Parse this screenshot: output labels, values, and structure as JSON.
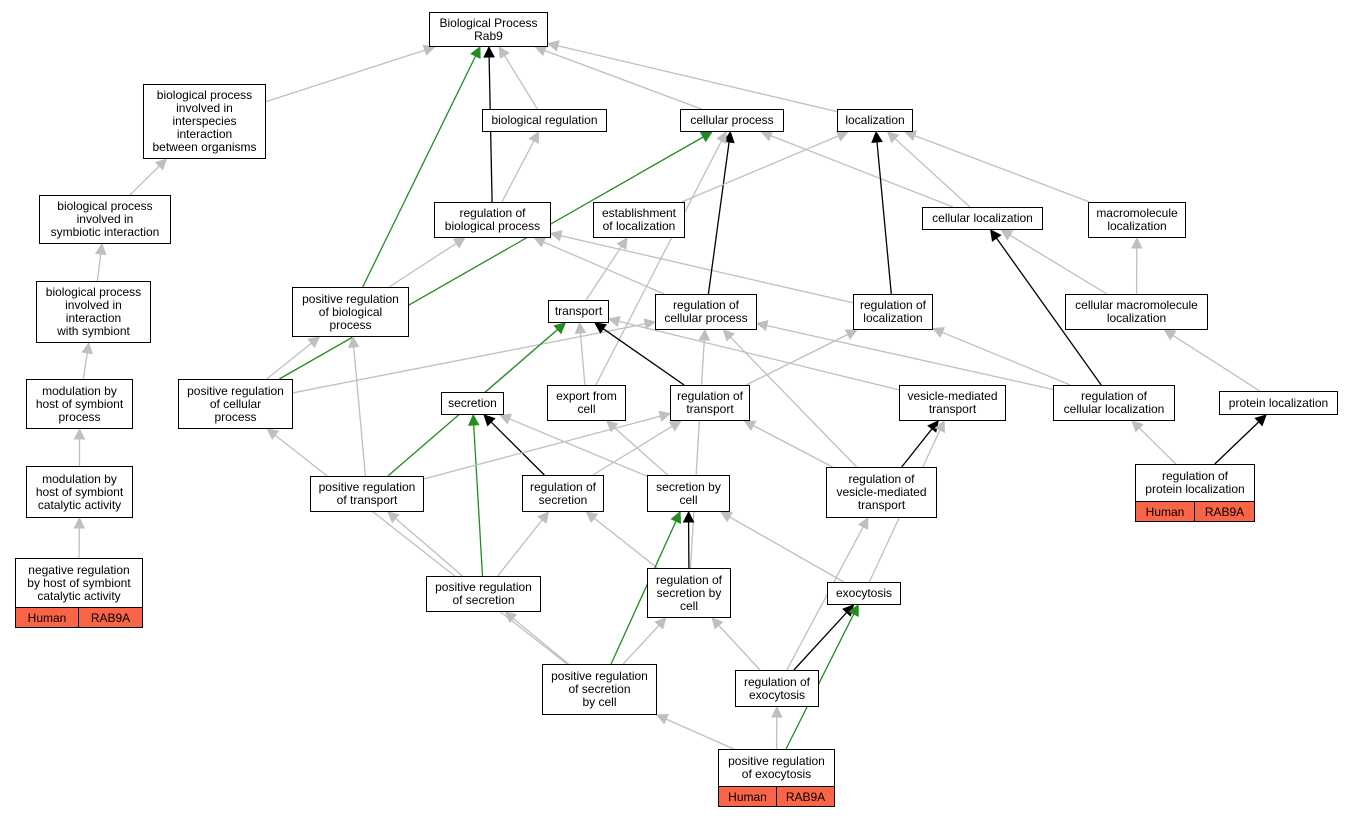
{
  "colors": {
    "regular_edge": "#bfbfbf",
    "is_a_edge": "#000000",
    "positive_edge": "#228b22",
    "annotation_fill": "#fa6447",
    "node_border": "#000000"
  },
  "nodes": {
    "root": "Biological Process\nRab9",
    "bp_interspecies": "biological process\ninvolved in\ninterspecies\ninteraction\nbetween organisms",
    "bio_reg": "biological regulation",
    "cell_proc": "cellular process",
    "localization": "localization",
    "bp_symbiotic": "biological process\ninvolved in\nsymbiotic interaction",
    "reg_bio": "regulation of\nbiological process",
    "estab_loc": "establishment\nof localization",
    "cell_loc": "cellular localization",
    "macro_loc": "macromolecule\nlocalization",
    "bp_symbiont": "biological process\ninvolved in\ninteraction\nwith symbiont",
    "pos_reg_bio": "positive regulation\nof biological\nprocess",
    "transport": "transport",
    "reg_cell_proc": "regulation of\ncellular process",
    "reg_loc": "regulation of\nlocalization",
    "cell_macro_loc": "cellular macromolecule\nlocalization",
    "mod_host": "modulation by\nhost of symbiont\nprocess",
    "pos_reg_cell": "positive regulation\nof cellular\nprocess",
    "secretion": "secretion",
    "export_cell": "export from\ncell",
    "reg_transport": "regulation of\ntransport",
    "vesicle_transport": "vesicle-mediated\ntransport",
    "reg_cell_loc": "regulation of\ncellular localization",
    "protein_loc": "protein localization",
    "mod_host_cat": "modulation by\nhost of symbiont\ncatalytic activity",
    "pos_reg_transport": "positive regulation\nof transport",
    "reg_secretion": "regulation of\nsecretion",
    "secretion_cell": "secretion by\ncell",
    "reg_vesicle": "regulation of\nvesicle-mediated\ntransport",
    "reg_protein_loc": "regulation of\nprotein localization",
    "neg_reg_host": "negative regulation\nby host of symbiont\ncatalytic activity",
    "pos_reg_secretion": "positive regulation\nof secretion",
    "reg_sec_cell": "regulation of\nsecretion by\ncell",
    "exocytosis": "exocytosis",
    "pos_reg_sec_cell": "positive regulation\nof secretion\nby cell",
    "reg_exocytosis": "regulation of\nexocytosis",
    "pos_reg_exo": "positive regulation\nof exocytosis"
  },
  "annotations": {
    "neg_reg_host": {
      "organism": "Human",
      "gene": "RAB9A"
    },
    "reg_protein_loc": {
      "organism": "Human",
      "gene": "RAB9A"
    },
    "pos_reg_exo": {
      "organism": "Human",
      "gene": "RAB9A"
    }
  },
  "edges": [
    {
      "from": "bp_interspecies",
      "to": "root",
      "kind": "regular"
    },
    {
      "from": "bio_reg",
      "to": "root",
      "kind": "regular"
    },
    {
      "from": "cell_proc",
      "to": "root",
      "kind": "regular"
    },
    {
      "from": "localization",
      "to": "root",
      "kind": "regular"
    },
    {
      "from": "reg_bio",
      "to": "root",
      "kind": "is_a"
    },
    {
      "from": "pos_reg_bio",
      "to": "root",
      "kind": "positive"
    },
    {
      "from": "bp_symbiotic",
      "to": "bp_interspecies",
      "kind": "regular"
    },
    {
      "from": "bp_symbiont",
      "to": "bp_symbiotic",
      "kind": "regular"
    },
    {
      "from": "mod_host",
      "to": "bp_symbiont",
      "kind": "regular"
    },
    {
      "from": "mod_host_cat",
      "to": "mod_host",
      "kind": "regular"
    },
    {
      "from": "neg_reg_host",
      "to": "mod_host_cat",
      "kind": "regular"
    },
    {
      "from": "reg_bio",
      "to": "bio_reg",
      "kind": "regular"
    },
    {
      "from": "pos_reg_bio",
      "to": "reg_bio",
      "kind": "regular"
    },
    {
      "from": "reg_cell_proc",
      "to": "reg_bio",
      "kind": "regular"
    },
    {
      "from": "reg_loc",
      "to": "reg_bio",
      "kind": "regular"
    },
    {
      "from": "reg_cell_proc",
      "to": "cell_proc",
      "kind": "is_a"
    },
    {
      "from": "pos_reg_cell",
      "to": "cell_proc",
      "kind": "positive"
    },
    {
      "from": "cell_loc",
      "to": "cell_proc",
      "kind": "regular"
    },
    {
      "from": "export_cell",
      "to": "cell_proc",
      "kind": "regular"
    },
    {
      "from": "estab_loc",
      "to": "localization",
      "kind": "regular"
    },
    {
      "from": "cell_loc",
      "to": "localization",
      "kind": "regular"
    },
    {
      "from": "macro_loc",
      "to": "localization",
      "kind": "regular"
    },
    {
      "from": "reg_loc",
      "to": "localization",
      "kind": "is_a"
    },
    {
      "from": "transport",
      "to": "estab_loc",
      "kind": "regular"
    },
    {
      "from": "cell_macro_loc",
      "to": "cell_loc",
      "kind": "regular"
    },
    {
      "from": "cell_macro_loc",
      "to": "macro_loc",
      "kind": "regular"
    },
    {
      "from": "reg_cell_loc",
      "to": "cell_loc",
      "kind": "is_a"
    },
    {
      "from": "protein_loc",
      "to": "cell_macro_loc",
      "kind": "regular"
    },
    {
      "from": "pos_reg_cell",
      "to": "pos_reg_bio",
      "kind": "regular"
    },
    {
      "from": "pos_reg_transport",
      "to": "pos_reg_bio",
      "kind": "regular"
    },
    {
      "from": "pos_reg_cell",
      "to": "reg_cell_proc",
      "kind": "regular"
    },
    {
      "from": "reg_cell_loc",
      "to": "reg_cell_proc",
      "kind": "regular"
    },
    {
      "from": "reg_vesicle",
      "to": "reg_cell_proc",
      "kind": "regular"
    },
    {
      "from": "reg_sec_cell",
      "to": "reg_cell_proc",
      "kind": "regular"
    },
    {
      "from": "reg_transport",
      "to": "reg_loc",
      "kind": "regular"
    },
    {
      "from": "reg_cell_loc",
      "to": "reg_loc",
      "kind": "regular"
    },
    {
      "from": "secretion",
      "to": "transport",
      "kind": "regular"
    },
    {
      "from": "export_cell",
      "to": "transport",
      "kind": "regular"
    },
    {
      "from": "vesicle_transport",
      "to": "transport",
      "kind": "regular"
    },
    {
      "from": "reg_transport",
      "to": "transport",
      "kind": "is_a"
    },
    {
      "from": "pos_reg_transport",
      "to": "transport",
      "kind": "positive"
    },
    {
      "from": "reg_protein_loc",
      "to": "reg_cell_loc",
      "kind": "regular"
    },
    {
      "from": "reg_protein_loc",
      "to": "protein_loc",
      "kind": "is_a"
    },
    {
      "from": "pos_reg_sec_cell",
      "to": "pos_reg_cell",
      "kind": "regular"
    },
    {
      "from": "reg_secretion",
      "to": "secretion",
      "kind": "is_a"
    },
    {
      "from": "pos_reg_secretion",
      "to": "secretion",
      "kind": "positive"
    },
    {
      "from": "secretion_cell",
      "to": "secretion",
      "kind": "regular"
    },
    {
      "from": "secretion_cell",
      "to": "export_cell",
      "kind": "regular"
    },
    {
      "from": "pos_reg_transport",
      "to": "reg_transport",
      "kind": "regular"
    },
    {
      "from": "reg_secretion",
      "to": "reg_transport",
      "kind": "regular"
    },
    {
      "from": "reg_vesicle",
      "to": "reg_transport",
      "kind": "regular"
    },
    {
      "from": "reg_vesicle",
      "to": "vesicle_transport",
      "kind": "is_a"
    },
    {
      "from": "exocytosis",
      "to": "vesicle_transport",
      "kind": "regular"
    },
    {
      "from": "pos_reg_secretion",
      "to": "pos_reg_transport",
      "kind": "regular"
    },
    {
      "from": "pos_reg_secretion",
      "to": "reg_secretion",
      "kind": "regular"
    },
    {
      "from": "reg_sec_cell",
      "to": "reg_secretion",
      "kind": "regular"
    },
    {
      "from": "reg_sec_cell",
      "to": "secretion_cell",
      "kind": "is_a"
    },
    {
      "from": "pos_reg_sec_cell",
      "to": "secretion_cell",
      "kind": "positive"
    },
    {
      "from": "exocytosis",
      "to": "secretion_cell",
      "kind": "regular"
    },
    {
      "from": "reg_exocytosis",
      "to": "reg_vesicle",
      "kind": "regular"
    },
    {
      "from": "pos_reg_sec_cell",
      "to": "pos_reg_secretion",
      "kind": "regular"
    },
    {
      "from": "pos_reg_sec_cell",
      "to": "reg_sec_cell",
      "kind": "regular"
    },
    {
      "from": "reg_exocytosis",
      "to": "reg_sec_cell",
      "kind": "regular"
    },
    {
      "from": "reg_exocytosis",
      "to": "exocytosis",
      "kind": "is_a"
    },
    {
      "from": "pos_reg_exo",
      "to": "exocytosis",
      "kind": "positive"
    },
    {
      "from": "pos_reg_exo",
      "to": "reg_exocytosis",
      "kind": "regular"
    },
    {
      "from": "pos_reg_exo",
      "to": "pos_reg_sec_cell",
      "kind": "regular"
    }
  ]
}
